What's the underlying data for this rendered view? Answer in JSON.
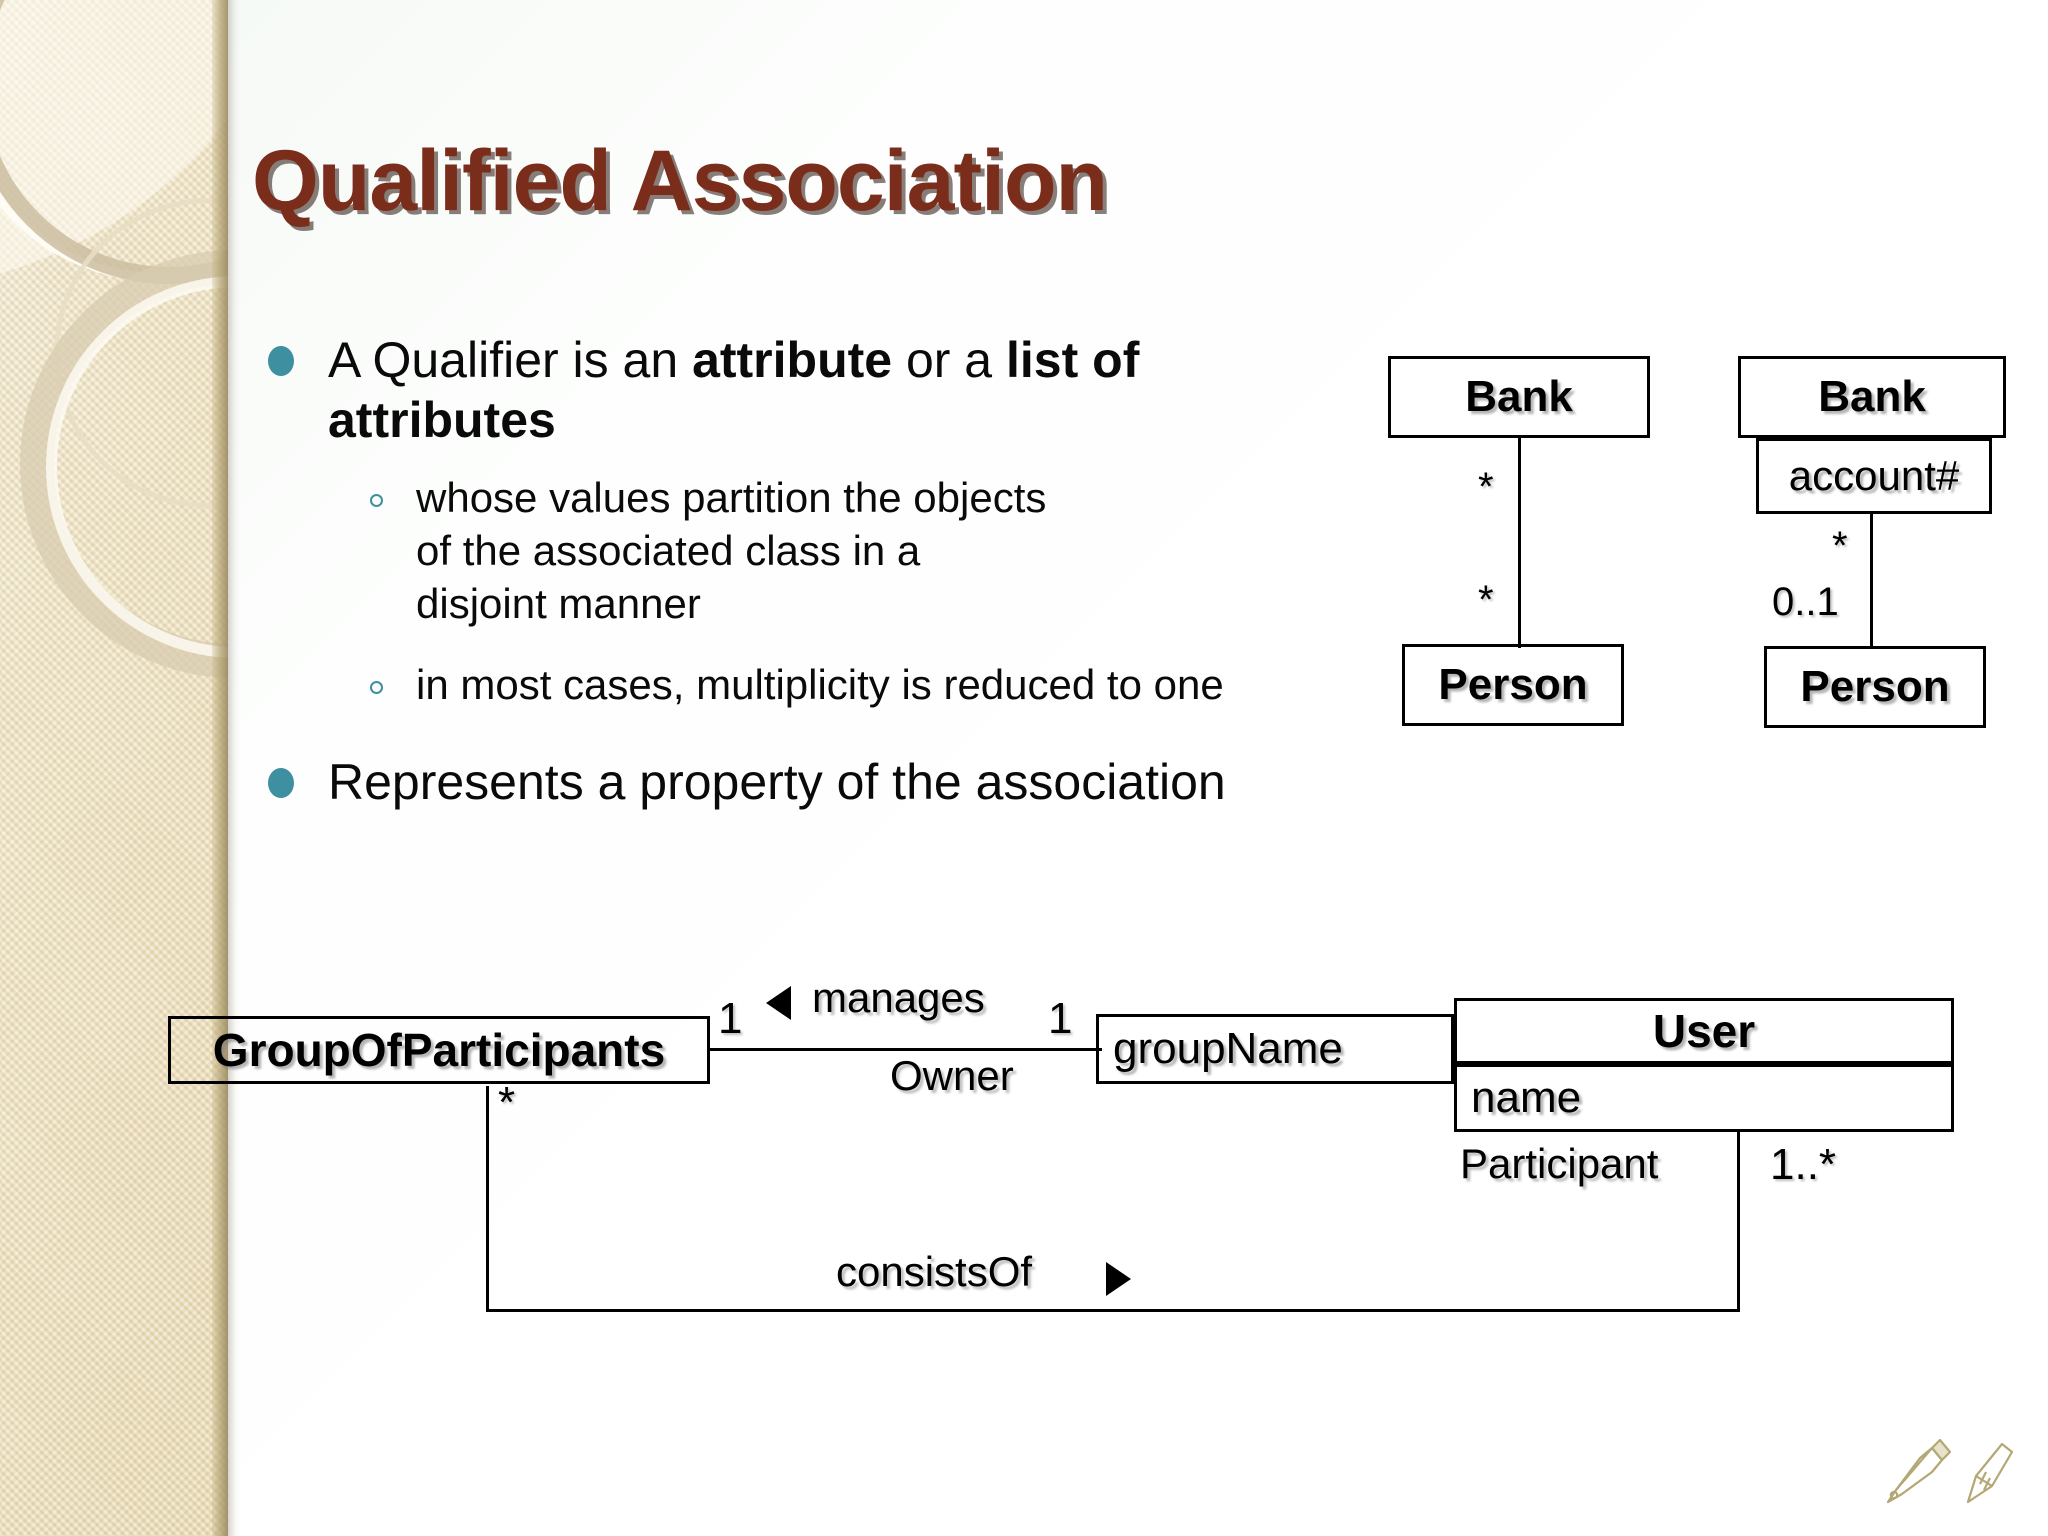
{
  "slide": {
    "title": "Qualified Association",
    "title_color": "#7b2d1c",
    "accent_color": "#3e8fa0",
    "sidebar_color": "#e8d9b2"
  },
  "body": {
    "bullet1": {
      "pre": "A Qualifier is an ",
      "bold1": "attribute",
      "mid": " or a ",
      "bold2": "list of attributes"
    },
    "sub1": "whose values partition the objects of the associated class in a disjoint manner",
    "sub2": "in most cases, multiplicity is reduced to one",
    "bullet2": "Represents a property of the association"
  },
  "diagram_plain": {
    "class_top": "Bank",
    "class_bottom": "Person",
    "mult_top": "*",
    "mult_bottom": "*"
  },
  "diagram_qualified": {
    "class_top": "Bank",
    "qualifier": "account#",
    "class_bottom": "Person",
    "mult_top": "*",
    "mult_bottom": "0..1"
  },
  "diagram_group": {
    "class_left": "GroupOfParticipants",
    "class_right_name": "User",
    "class_right_attr": "name",
    "qualifier": "groupName",
    "assoc_manages": "manages",
    "assoc_owner": "Owner",
    "assoc_consists": "consistsOf",
    "mult_left_manages": "1",
    "mult_right_manages": "1",
    "mult_left_consists": "*",
    "mult_right_consists": "1..*",
    "role_participant": "Participant"
  },
  "decor": {
    "pen_nib": "pen-nib",
    "pencil": "pencil"
  }
}
